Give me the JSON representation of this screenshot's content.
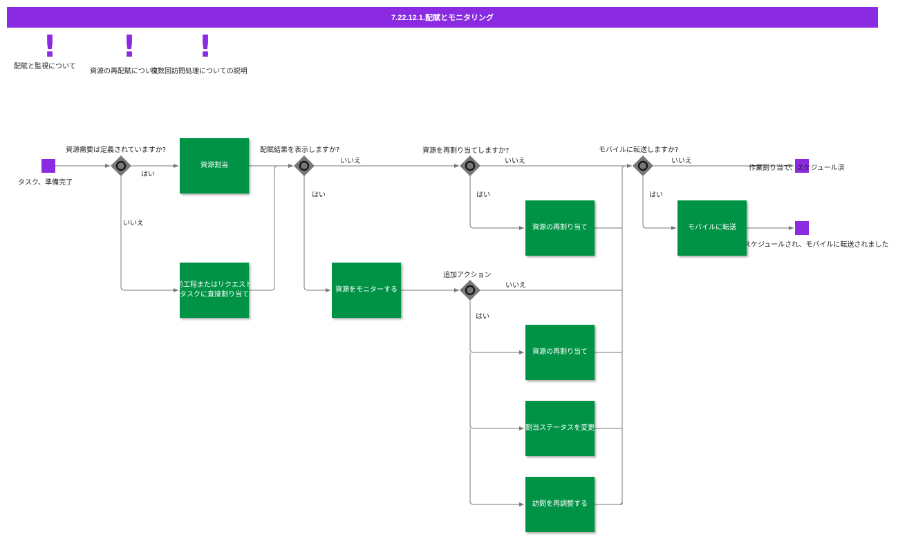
{
  "title": "7.22.12.1.配賦とモニタリング",
  "notes": [
    {
      "id": "n1",
      "label": "配賦と監視について"
    },
    {
      "id": "n2",
      "label": "資源の再配賦について"
    },
    {
      "id": "n3",
      "label": "複数回訪問処理についての説明"
    }
  ],
  "events": {
    "start": "タスク、準備完了",
    "end_scheduled": "作業割り当て、スケジュール済",
    "end_mobile": "作業割り当てがスケジュールされ、モバイルに転送されました"
  },
  "gateways": {
    "g1": "資源需要は定義されていますか?",
    "g2": "配賦結果を表示しますか?",
    "g3": "資源を再割り当てしますか?",
    "g4": "モバイルに転送しますか?",
    "g5": "追加アクション"
  },
  "tasks": {
    "t1": "資源割当",
    "t2": "前工程またはリクエスト\nタスクに直接割り当て",
    "t3": "資源をモニターする",
    "t4": "資源の再割り当て",
    "t5": "モバイルに転送",
    "t6": "資源の再割り当て",
    "t7": "割当ステータスを変更",
    "t8": "訪問を再調整する"
  },
  "edge_labels": {
    "e1": "はい",
    "e2": "いいえ",
    "e3": "いいえ",
    "e4": "はい",
    "e5": "いいえ",
    "e6": "はい",
    "e7": "いいえ",
    "e8": "はい",
    "e9": "いいえ",
    "e10": "はい"
  },
  "colors": {
    "accent": "#8a2be2",
    "task": "#009245",
    "gateway": "#777777",
    "edge": "#777777"
  }
}
